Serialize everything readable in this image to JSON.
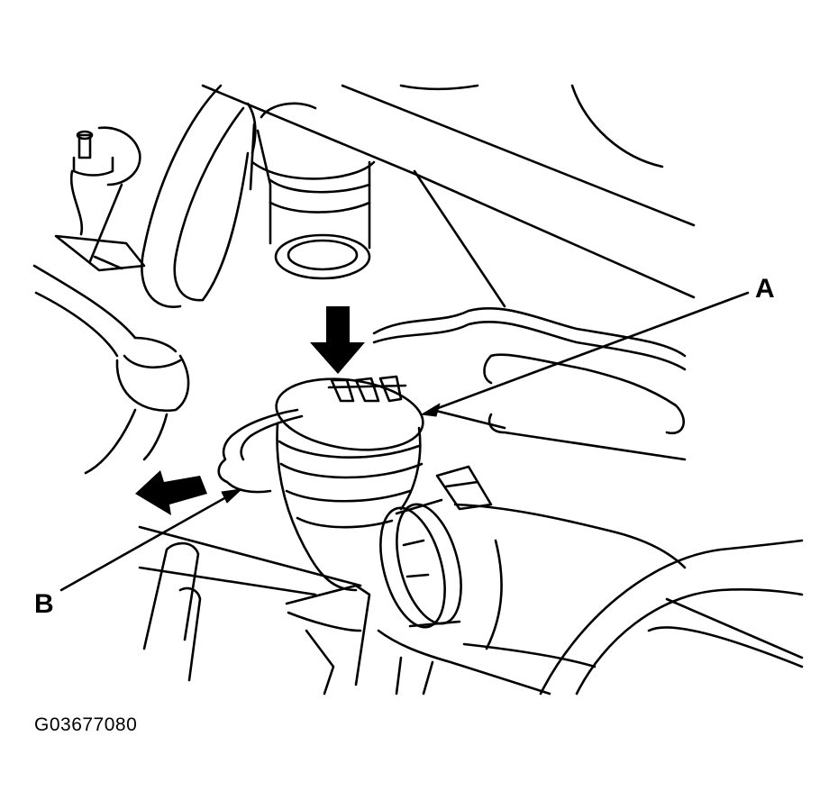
{
  "labels": {
    "a": "A",
    "b": "B"
  },
  "figure_code": "G03677080",
  "colors": {
    "ink": "#000000",
    "paper": "#ffffff"
  }
}
